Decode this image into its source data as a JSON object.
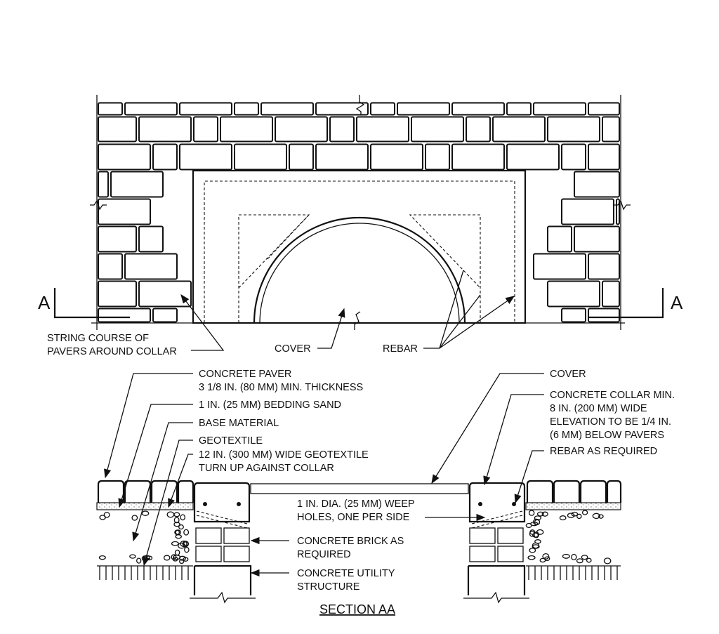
{
  "plan": {
    "section_marker_left": "A",
    "section_marker_right": "A",
    "labels": {
      "string_course_1": "STRING COURSE OF",
      "string_course_2": "PAVERS AROUND COLLAR",
      "cover": "COVER",
      "rebar": "REBAR"
    }
  },
  "section": {
    "title": "SECTION AA",
    "left_labels": {
      "paver_1": "CONCRETE PAVER",
      "paver_2": "3 1/8 IN. (80 MM) MIN. THICKNESS",
      "sand": "1 IN. (25 MM) BEDDING SAND",
      "base": "BASE MATERIAL",
      "geo": "GEOTEXTILE",
      "geo_wide_1": "12 IN. (300 MM) WIDE GEOTEXTILE",
      "geo_wide_2": "TURN UP AGAINST COLLAR"
    },
    "right_labels": {
      "cover": "COVER",
      "collar_1": "CONCRETE COLLAR MIN.",
      "collar_2": "8 IN. (200 MM) WIDE",
      "collar_3": "ELEVATION TO BE 1/4 IN.",
      "collar_4": "(6 MM) BELOW PAVERS",
      "rebar": "REBAR AS REQUIRED"
    },
    "center_labels": {
      "weep_1": "1 IN. DIA. (25 MM) WEEP",
      "weep_2": "HOLES, ONE PER SIDE",
      "brick_1": "CONCRETE BRICK AS",
      "brick_2": "REQUIRED",
      "utility_1": "CONCRETE UTILITY",
      "utility_2": "STRUCTURE"
    }
  }
}
